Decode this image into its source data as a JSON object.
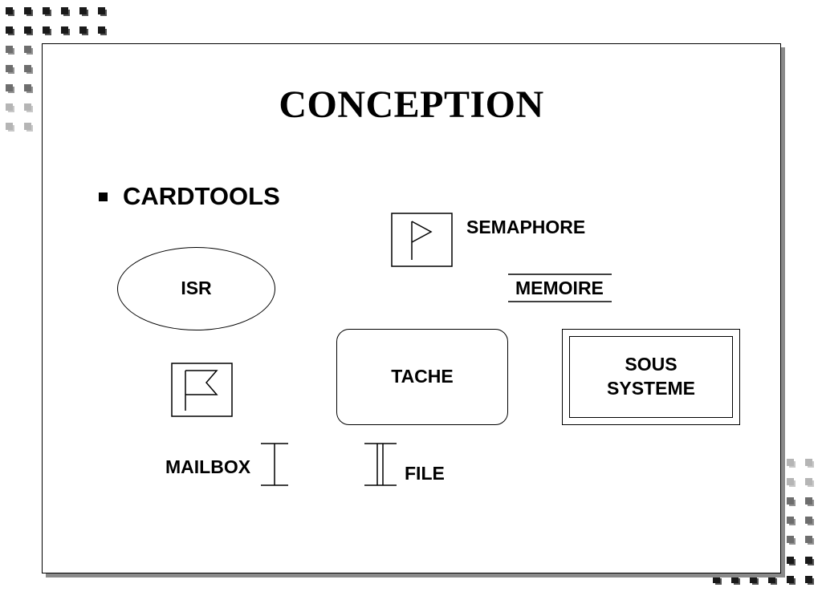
{
  "slide": {
    "title": "CONCEPTION",
    "bullet": "CARDTOOLS"
  },
  "diagram": {
    "nodes": {
      "isr": "ISR",
      "tache": "TACHE",
      "sous_systeme_line1": "SOUS",
      "sous_systeme_line2": "SYSTEME"
    },
    "legend": {
      "semaphore": "SEMAPHORE",
      "memoire": "MEMOIRE",
      "mailbox": "MAILBOX",
      "file": "FILE"
    },
    "icons": [
      "semaphore-flag-icon",
      "event-flag-icon",
      "mailbox-icon",
      "file-queue-icon"
    ]
  },
  "colors": {
    "ink": "#000000",
    "shadow": "#8a8a8a",
    "deco_dark": "#1a1a1a",
    "deco_mid": "#6e6e6e",
    "deco_light": "#b5b5b5"
  }
}
